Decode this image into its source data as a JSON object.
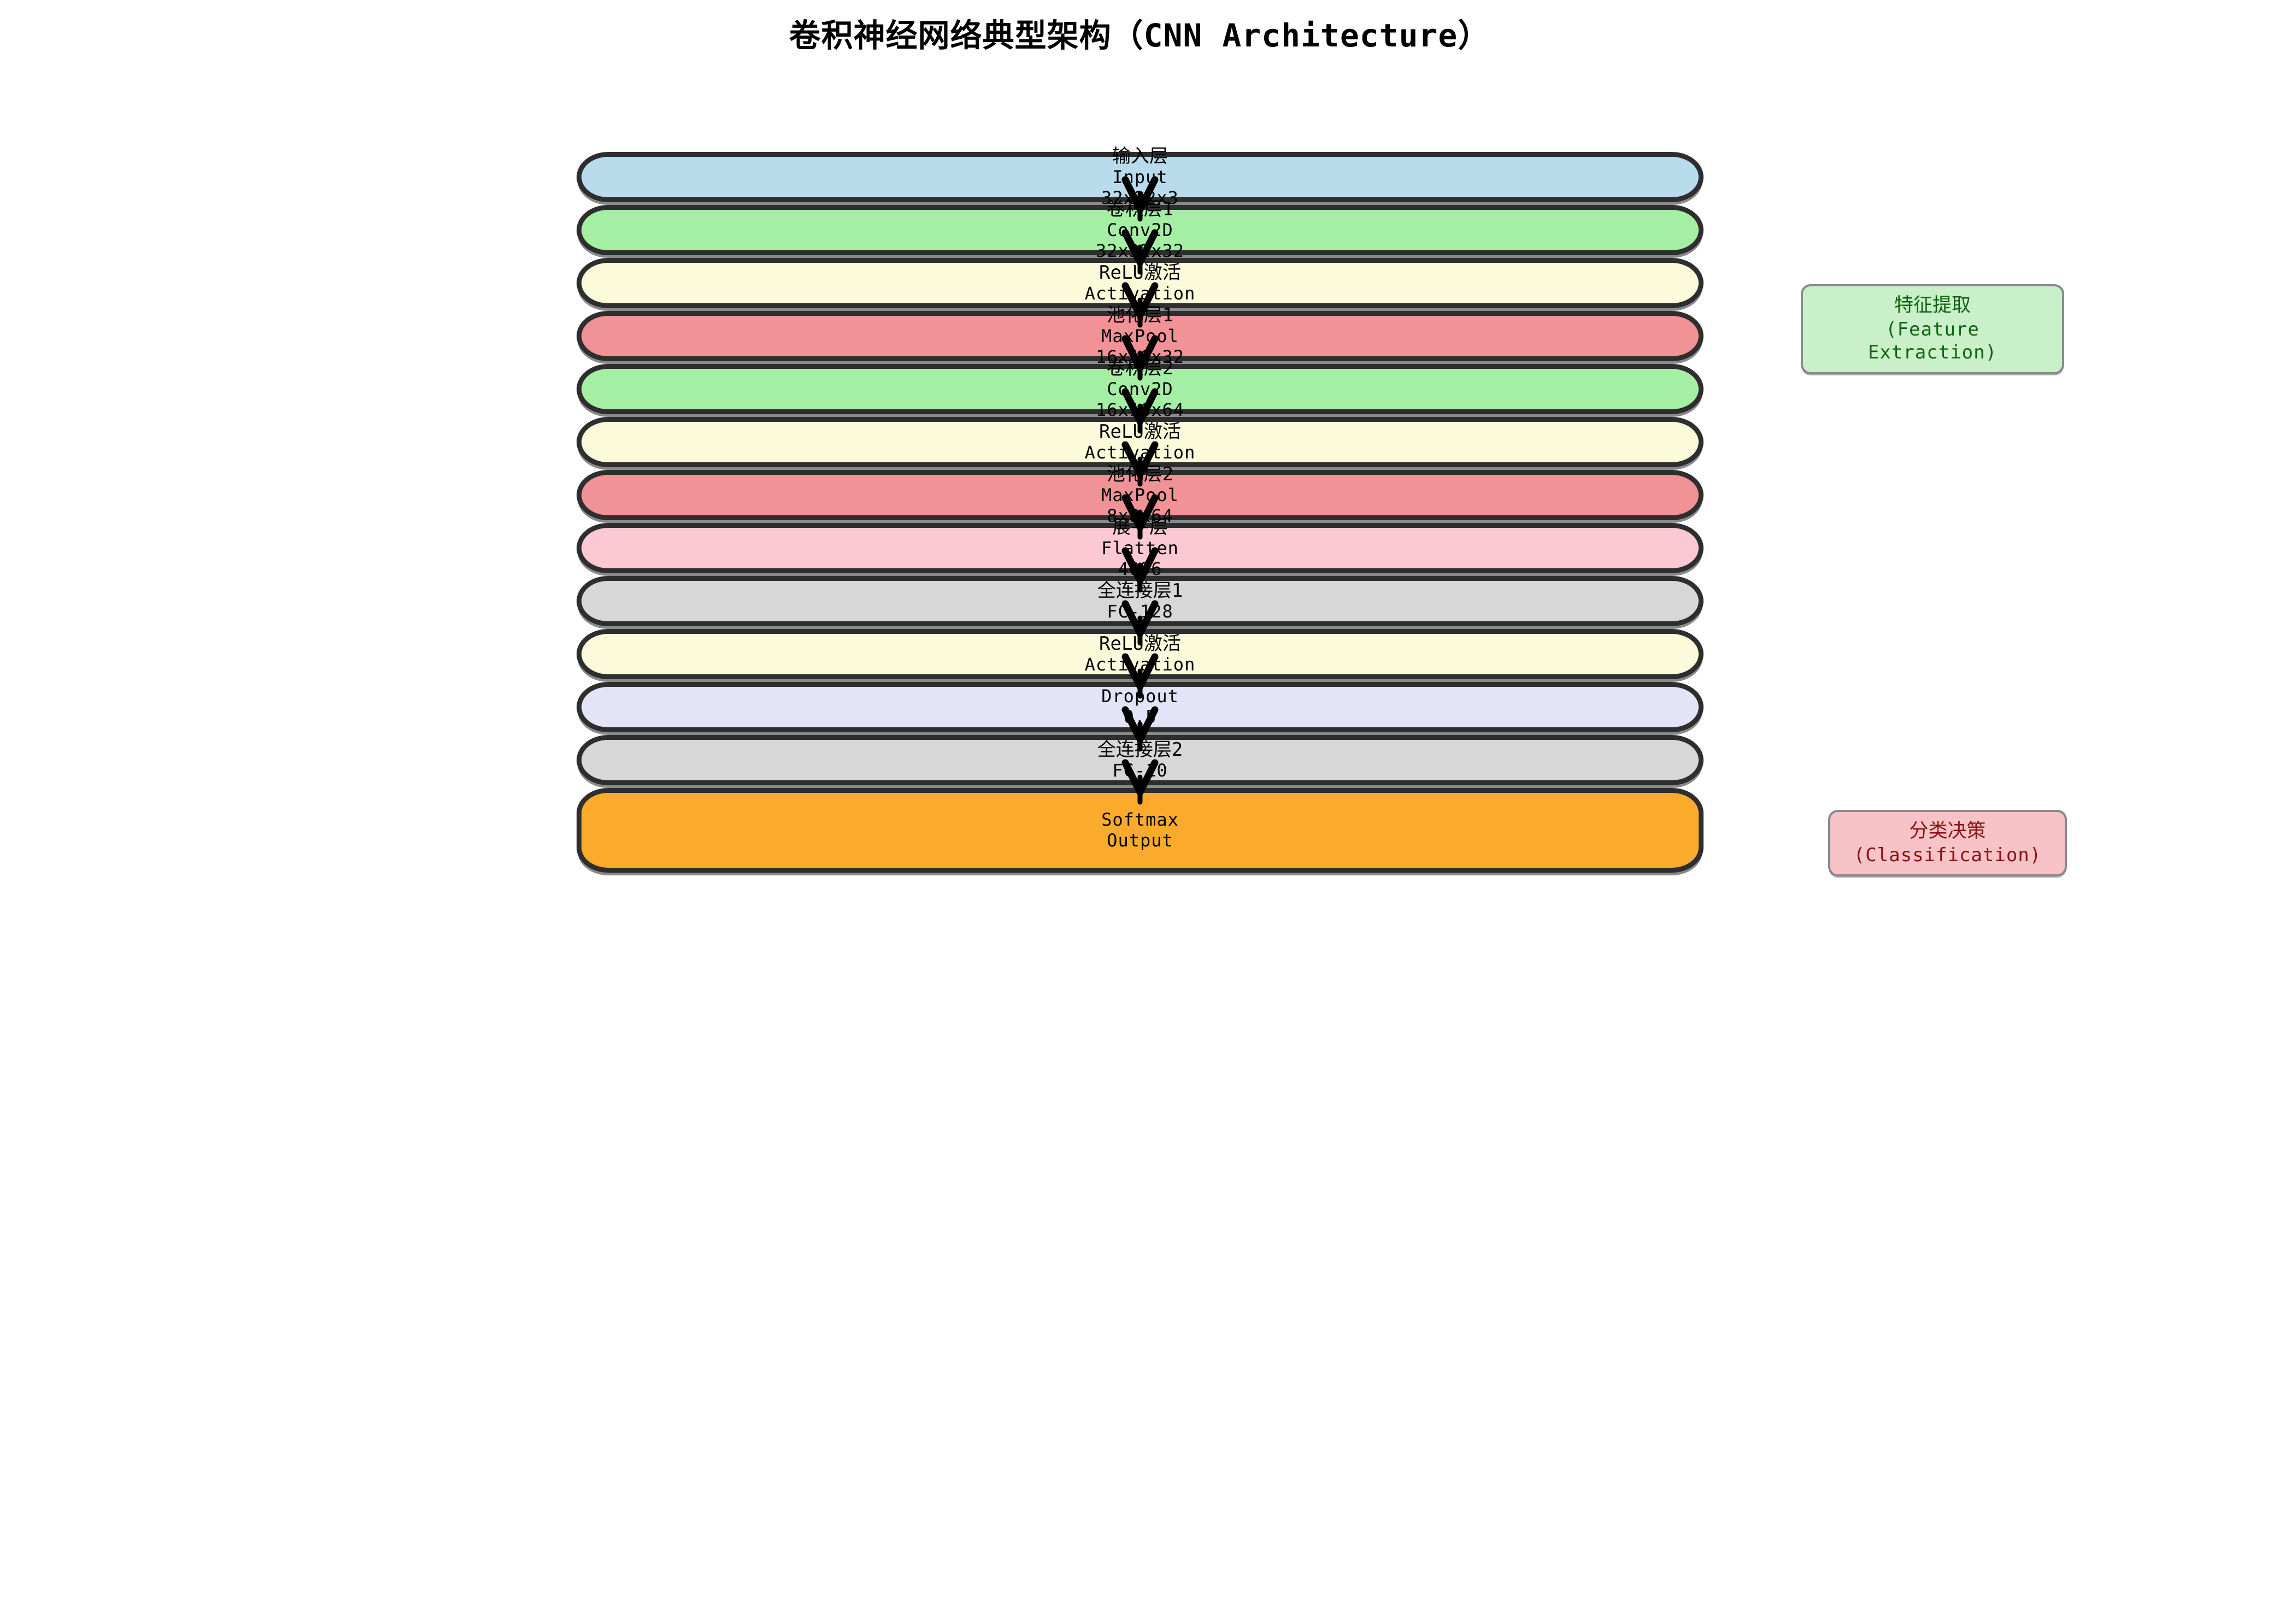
{
  "title": "卷积神经网络典型架构（CNN Architecture）",
  "chart_data": {
    "type": "diagram",
    "title": "卷积神经网络典型架构（CNN Architecture）",
    "orientation": "vertical-stack-top-to-bottom",
    "layer_count": 13,
    "connector": "downward-arrow"
  },
  "layers": [
    {
      "cn": "输入层",
      "en": "Input",
      "shape": "32x32x3",
      "color": "#b8dcec",
      "height": 92
    },
    {
      "cn": "卷积层1",
      "en": "Conv2D",
      "shape": "32x32x32",
      "color": "#a5efa5",
      "height": 92
    },
    {
      "cn": "ReLU激活",
      "en": "Activation",
      "shape": "",
      "color": "#fbfbdc",
      "height": 92
    },
    {
      "cn": "池化层1",
      "en": "MaxPool",
      "shape": "16x16x32",
      "color": "#f09296",
      "height": 92
    },
    {
      "cn": "卷积层2",
      "en": "Conv2D",
      "shape": "16x16x64",
      "color": "#a5efa5",
      "height": 92
    },
    {
      "cn": "ReLU激活",
      "en": "Activation",
      "shape": "",
      "color": "#fbfbdc",
      "height": 92
    },
    {
      "cn": "池化层2",
      "en": "MaxPool",
      "shape": "8x8x64",
      "color": "#f09296",
      "height": 92
    },
    {
      "cn": "展平层",
      "en": "Flatten",
      "shape": "4096",
      "color": "#fbc8d4",
      "height": 92
    },
    {
      "cn": "全连接层1",
      "en": "FC-128",
      "shape": "",
      "color": "#d7d7d7",
      "height": 92
    },
    {
      "cn": "ReLU激活",
      "en": "Activation",
      "shape": "",
      "color": "#fbfbdc",
      "height": 92
    },
    {
      "cn": "",
      "en": "Dropout",
      "shape": "0.5",
      "color": "#e4e4f8",
      "height": 92
    },
    {
      "cn": "全连接层2",
      "en": "FC-10",
      "shape": "",
      "color": "#d7d7d7",
      "height": 92
    },
    {
      "cn": "",
      "en": "Softmax",
      "shape": "Output",
      "color": "#fbab2c",
      "height": 155
    }
  ],
  "side_badges": [
    {
      "cn": "特征提取",
      "en": "(Feature Extraction)",
      "bg": "#c9f0c9",
      "fg": "#126312"
    },
    {
      "cn": "分类决策",
      "en": "(Classification)",
      "bg": "#f8c3c6",
      "fg": "#8b0f14"
    }
  ]
}
